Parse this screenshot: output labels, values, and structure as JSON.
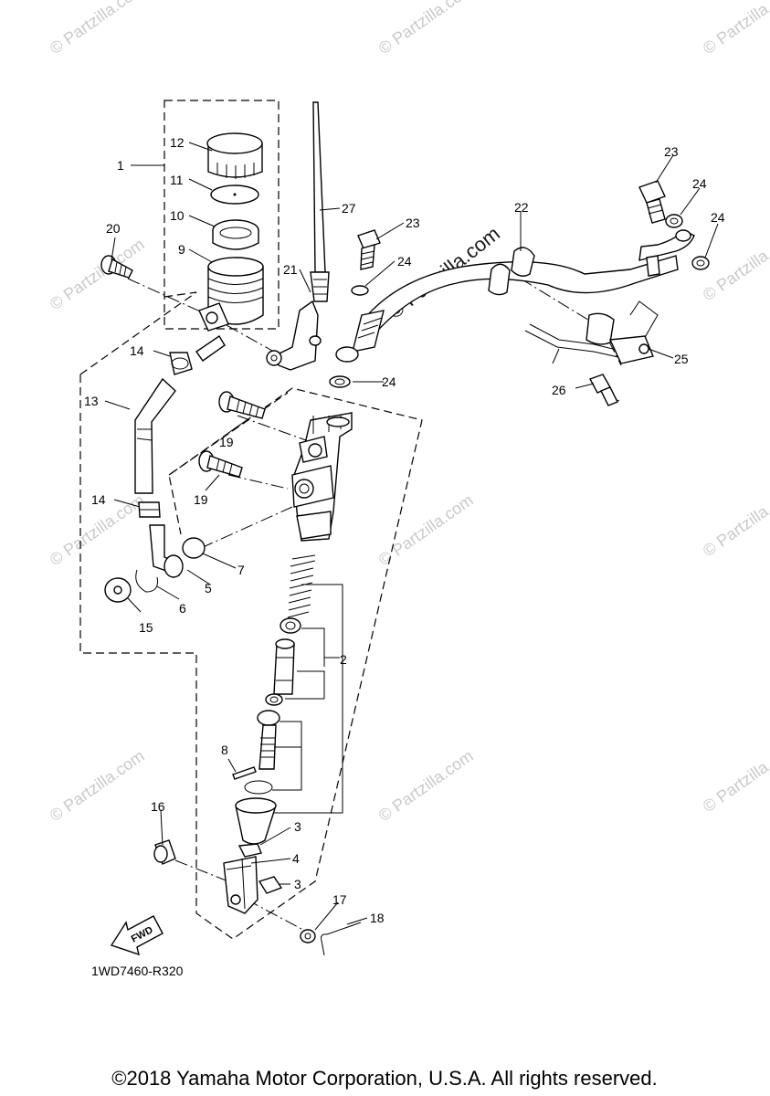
{
  "watermark_text": "© Partzilla.com",
  "watermark_center": "© Partzilla.com",
  "diagram_code": "1WD7460-R320",
  "copyright": "©2018 Yamaha Motor Corporation, U.S.A. All rights reserved.",
  "fwd_label": "FWD",
  "callouts": {
    "c1": "1",
    "c2": "2",
    "c3a": "3",
    "c3b": "3",
    "c4": "4",
    "c5": "5",
    "c6": "6",
    "c7": "7",
    "c8": "8",
    "c9": "9",
    "c10": "10",
    "c11": "11",
    "c12": "12",
    "c13": "13",
    "c14a": "14",
    "c14b": "14",
    "c15": "15",
    "c16": "16",
    "c17": "17",
    "c18": "18",
    "c19a": "19",
    "c19b": "19",
    "c20": "20",
    "c21": "21",
    "c22": "22",
    "c23a": "23",
    "c23b": "23",
    "c24a": "24",
    "c24b": "24",
    "c24c": "24",
    "c24d": "24",
    "c25": "25",
    "c26": "26",
    "c27": "27"
  }
}
